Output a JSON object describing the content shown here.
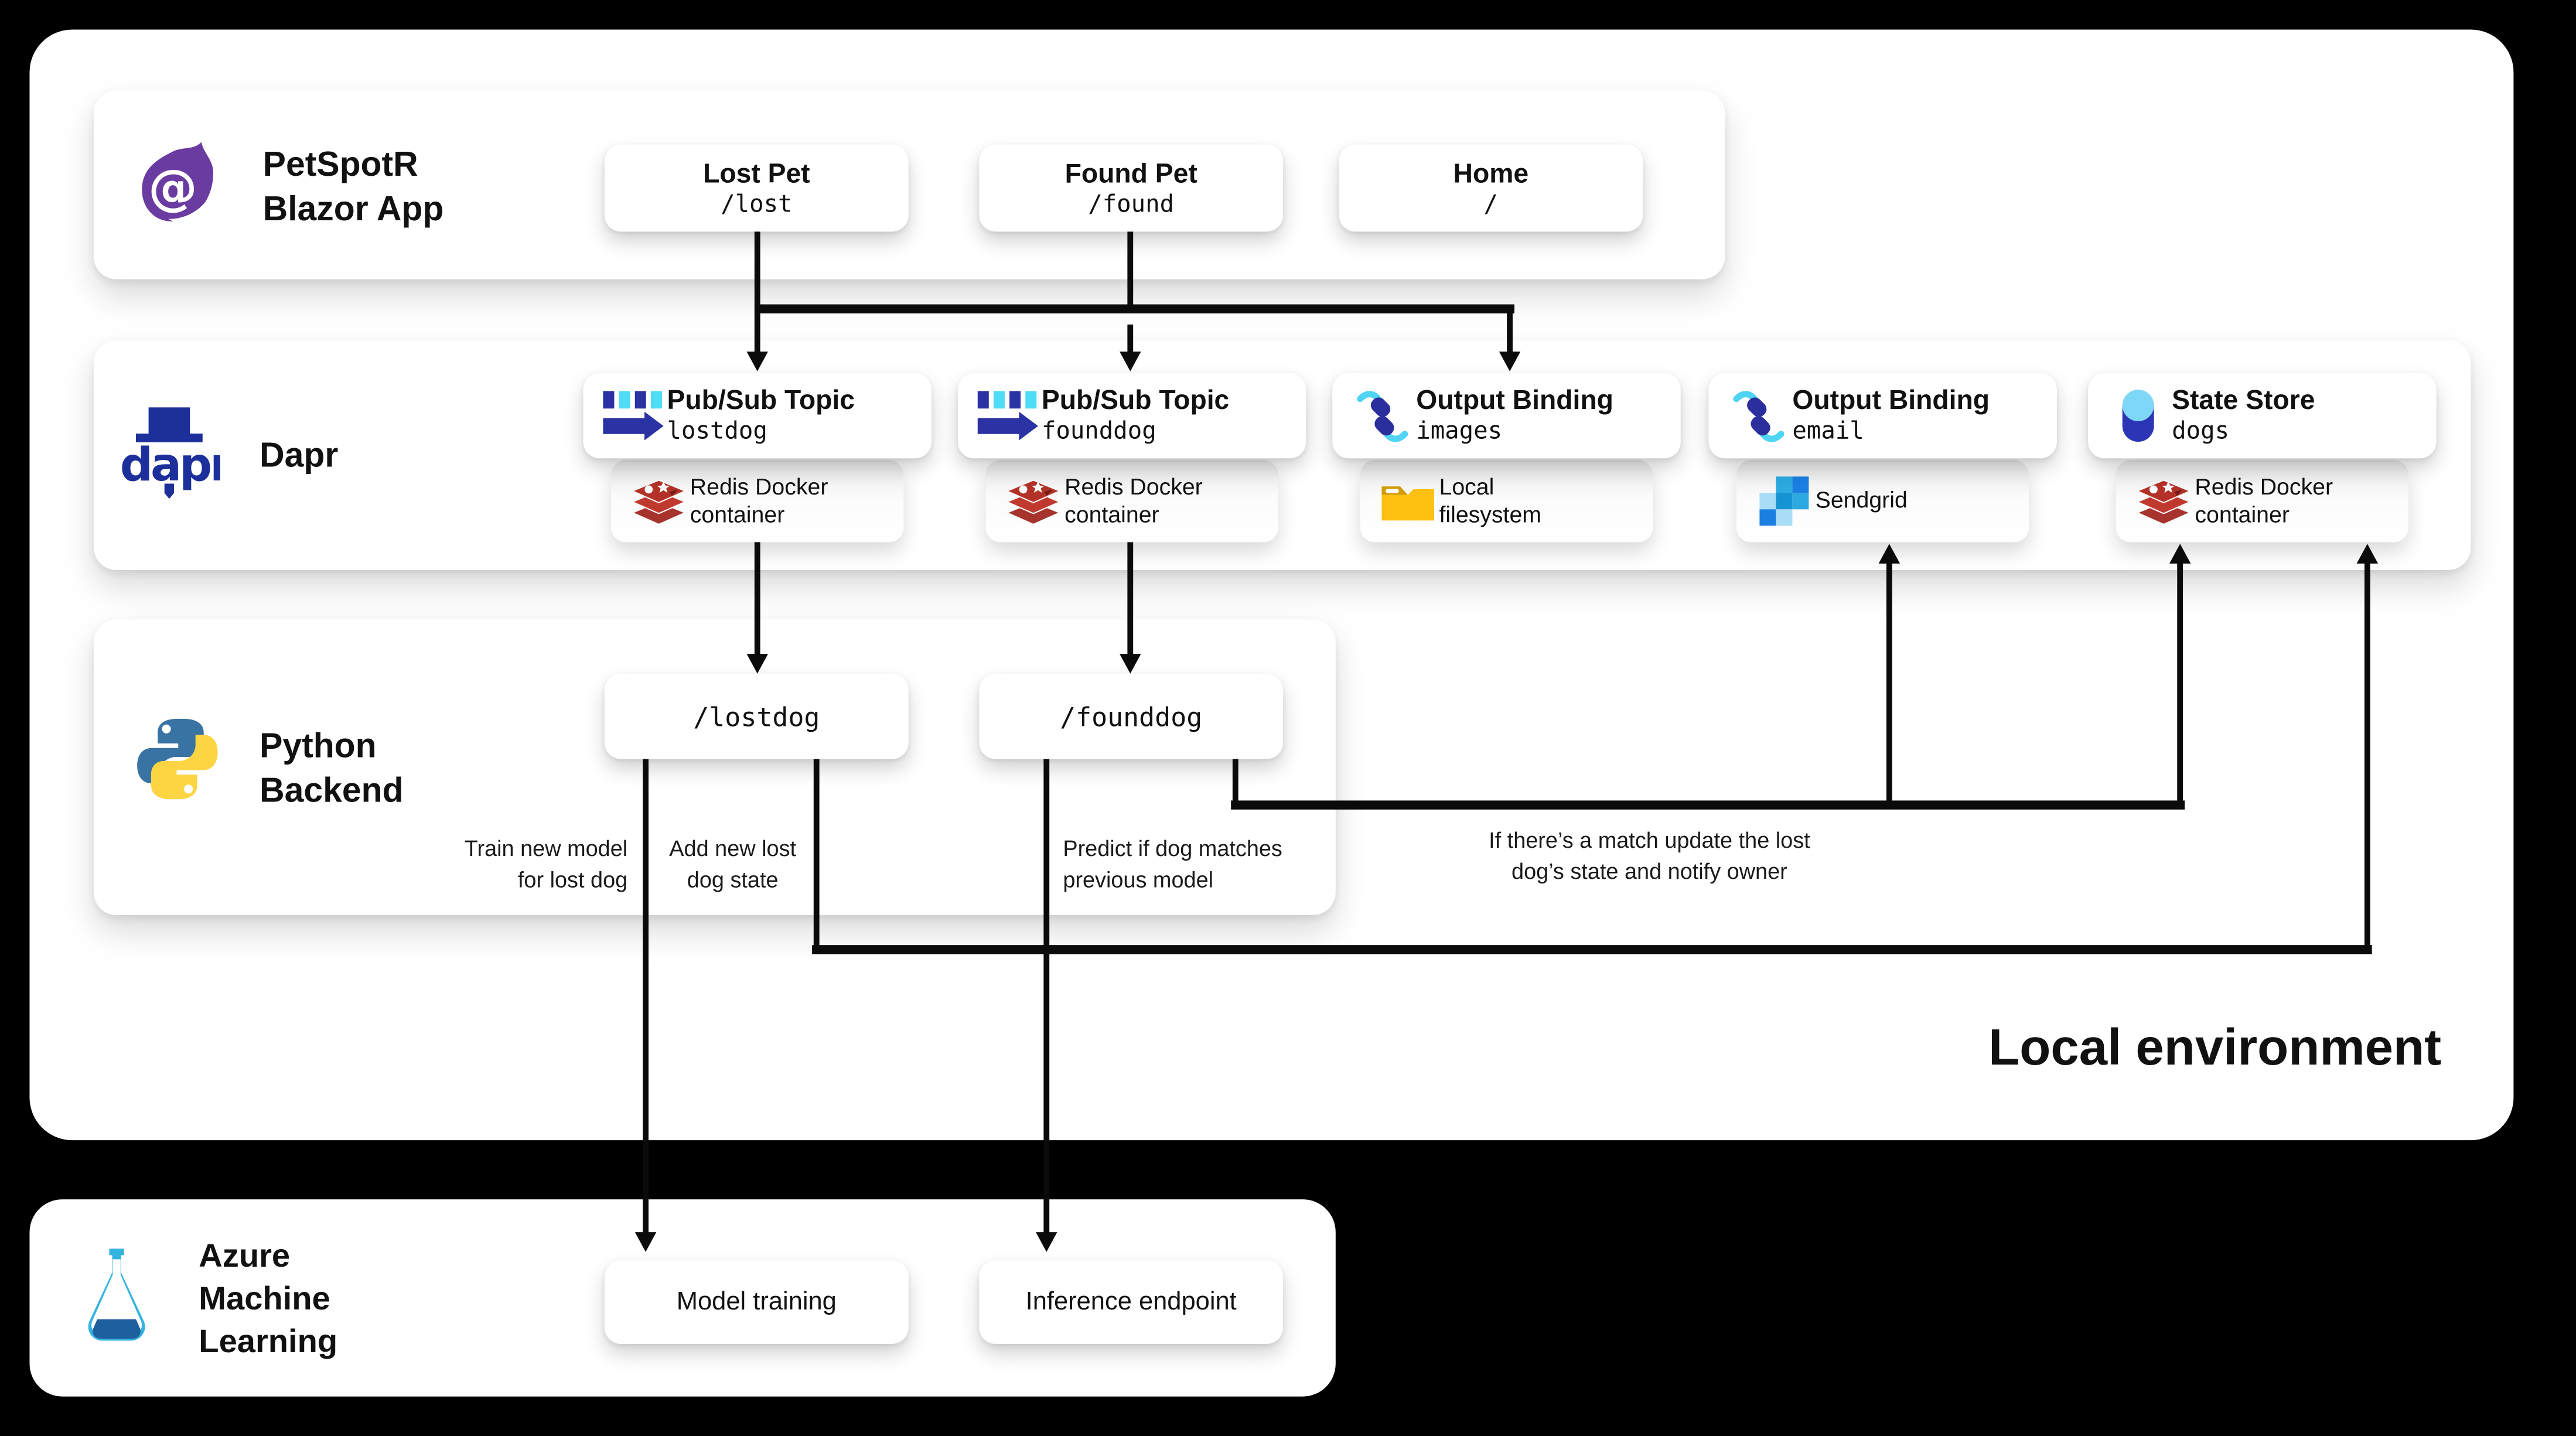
{
  "environment_label": "Local environment",
  "blazor_row": {
    "icon": "blazor-flame-icon",
    "title_line1": "PetSpotR",
    "title_line2": "Blazor App",
    "buttons": [
      {
        "label": "Lost Pet",
        "path": "/lost"
      },
      {
        "label": "Found Pet",
        "path": "/found"
      },
      {
        "label": "Home",
        "path": "/"
      }
    ]
  },
  "dapr_row": {
    "icon": "dapr-logo-icon",
    "title": "Dapr",
    "cards": [
      {
        "icon": "pubsub-icon",
        "title": "Pub/Sub Topic",
        "subtitle": "lostdog",
        "backend": {
          "icon": "redis-icon",
          "line1": "Redis Docker",
          "line2": "container"
        }
      },
      {
        "icon": "pubsub-icon",
        "title": "Pub/Sub Topic",
        "subtitle": "founddog",
        "backend": {
          "icon": "redis-icon",
          "line1": "Redis Docker",
          "line2": "container"
        }
      },
      {
        "icon": "output-binding-icon",
        "title": "Output Binding",
        "subtitle": "images",
        "backend": {
          "icon": "folder-icon",
          "line1": "Local",
          "line2": "filesystem"
        }
      },
      {
        "icon": "output-binding-icon",
        "title": "Output Binding",
        "subtitle": "email",
        "backend": {
          "icon": "sendgrid-icon",
          "line1": "Sendgrid",
          "line2": ""
        }
      },
      {
        "icon": "state-store-icon",
        "title": "State Store",
        "subtitle": "dogs",
        "backend": {
          "icon": "redis-icon",
          "line1": "Redis Docker",
          "line2": "container"
        }
      }
    ]
  },
  "python_row": {
    "icon": "python-icon",
    "title_line1": "Python",
    "title_line2": "Backend",
    "endpoints": [
      "/lostdog",
      "/founddog"
    ],
    "annotations": {
      "train_line1": "Train new model",
      "train_line2": "for lost dog",
      "add_line1": "Add new lost",
      "add_line2": "dog state",
      "predict_line1": "Predict if dog matches",
      "predict_line2": "previous model",
      "match_line1": "If there’s a match update the lost",
      "match_line2": "dog’s state and notify owner"
    }
  },
  "azure_row": {
    "icon": "azure-ml-flask-icon",
    "title_line1": "Azure",
    "title_line2": "Machine",
    "title_line3": "Learning",
    "cards": [
      "Model training",
      "Inference endpoint"
    ]
  },
  "colors": {
    "background": "#000000",
    "panel": "#ffffff",
    "connector": "#0b0b0b",
    "blazor_purple": "#6a3ba1",
    "dapr_navy": "#1c2f9a",
    "pubsub_navy": "#2b32a3",
    "pubsub_cyan": "#4fdcf6",
    "state_store_blue": "#2b35b5",
    "state_store_cap": "#7fd7f7",
    "redis_red": "#c0392f",
    "folder_amber": "#ffc011",
    "sendgrid_blue": "#1a7fe1",
    "python_blue": "#3873a3",
    "python_yellow": "#fdd543",
    "azure_ml_blue": "#34b3e0"
  }
}
